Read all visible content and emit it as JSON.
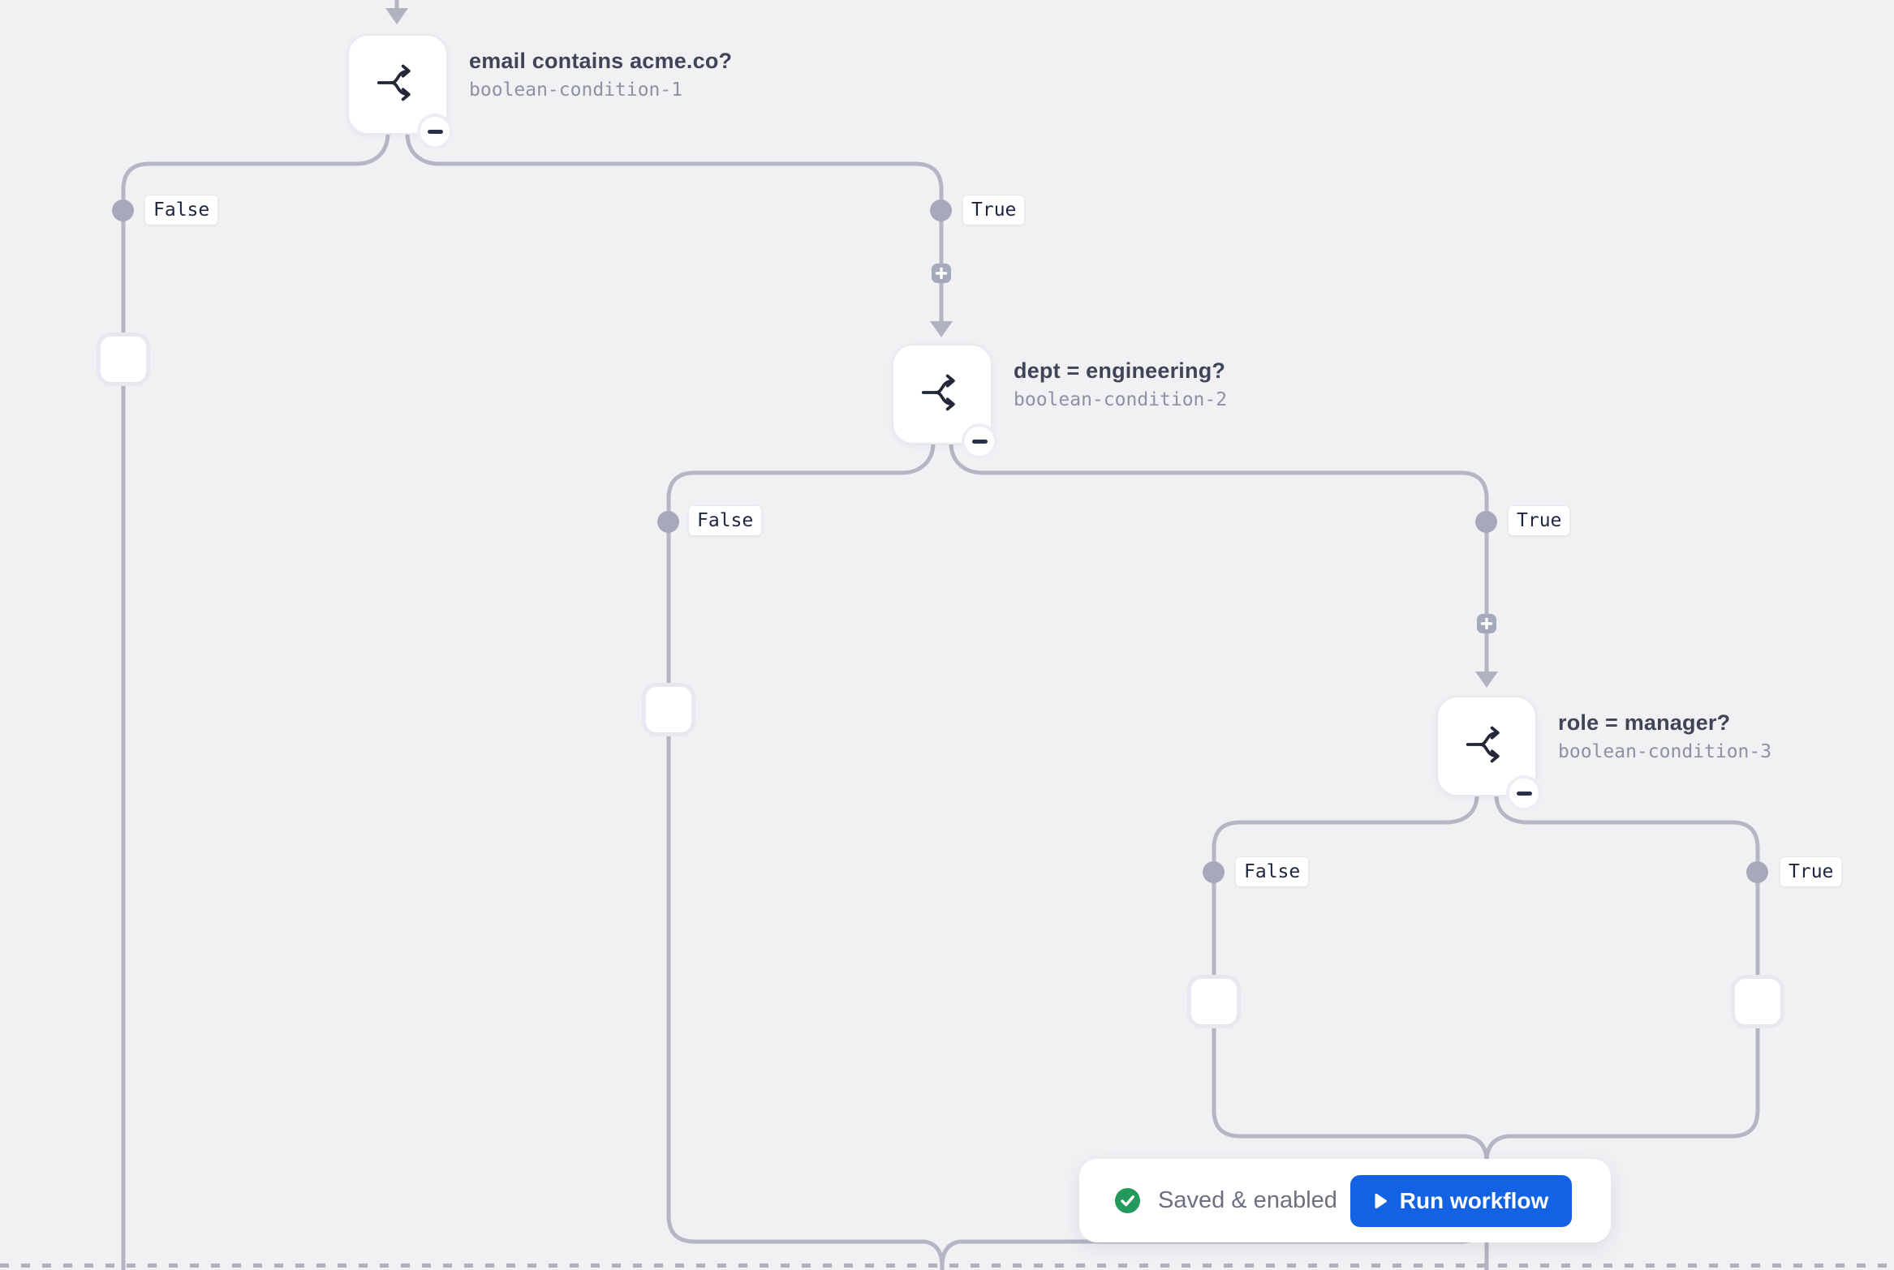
{
  "workflow": {
    "nodes": [
      {
        "title": "email contains acme.co?",
        "subtitle": "boolean-condition-1",
        "icon": "branch-icon",
        "collapse_badge_icon": "minus-icon",
        "branch_false_label": "False",
        "branch_true_label": "True"
      },
      {
        "title": "dept = engineering?",
        "subtitle": "boolean-condition-2",
        "icon": "branch-icon",
        "collapse_badge_icon": "minus-icon",
        "branch_false_label": "False",
        "branch_true_label": "True"
      },
      {
        "title": "role = manager?",
        "subtitle": "boolean-condition-3",
        "icon": "branch-icon",
        "collapse_badge_icon": "minus-icon",
        "branch_false_label": "False",
        "branch_true_label": "True"
      }
    ],
    "add_step_icon": "plus-icon"
  },
  "status_bar": {
    "status_text": "Saved & enabled",
    "status_icon": "check-circle-icon",
    "run_button_label": "Run workflow",
    "run_button_icon": "play-icon"
  },
  "colors": {
    "canvas_background": "#f1f1f4",
    "edge": "#b4b6c3",
    "connector_dot": "#a6a9b9",
    "accent_blue": "#1262e3",
    "success_green": "#23995c",
    "node_title": "#3f4458",
    "node_subtitle": "#8c91a3",
    "chip_text": "#1d2540"
  }
}
